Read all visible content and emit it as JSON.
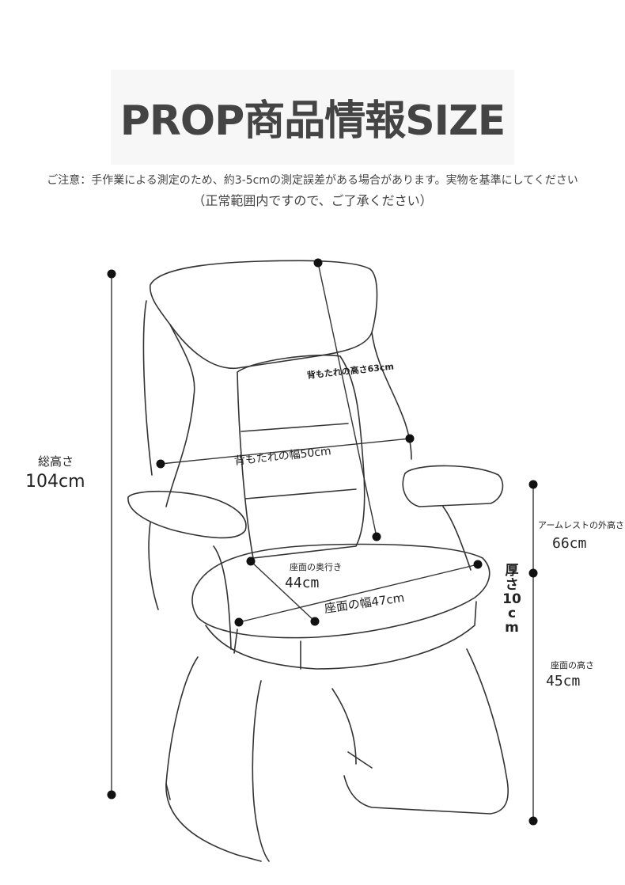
{
  "header": {
    "title": "PROP商品情報SIZE",
    "note_line1": "ご注意：手作業による測定のため、約3-5cmの測定誤差がある場合があります。実物を基準にしてください",
    "note_line2": "（正常範囲内ですので、ご了承ください）"
  },
  "dimensions": {
    "total_height_label": "総高さ",
    "total_height_value": "104cm",
    "backrest_height": "背もたれの高さ63cm",
    "backrest_width": "背もたれの幅50cm",
    "seat_depth_label": "座面の奥行き",
    "seat_depth_value": "44cm",
    "seat_width": "座面の幅47cm",
    "armrest_label": "アームレストの外高さ",
    "armrest_value": "66cm",
    "thickness": "厚さ10cm",
    "seat_height_label": "座面の高さ",
    "seat_height_value": "45cm"
  },
  "colors": {
    "line": "#333333",
    "dot": "#111111"
  }
}
